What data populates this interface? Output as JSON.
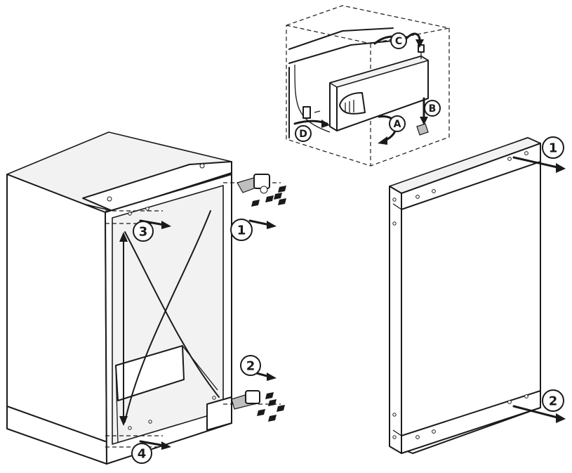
{
  "callouts": {
    "cabinet_1": "1",
    "cabinet_2": "2",
    "cabinet_3": "3",
    "cabinet_4": "4",
    "door_1": "1",
    "door_2": "2",
    "detail_a": "A",
    "detail_b": "B",
    "detail_c": "C",
    "detail_d": "D"
  },
  "colors": {
    "line": "#1a1a1a",
    "background": "#ffffff",
    "shade": "#f2f2f2"
  }
}
